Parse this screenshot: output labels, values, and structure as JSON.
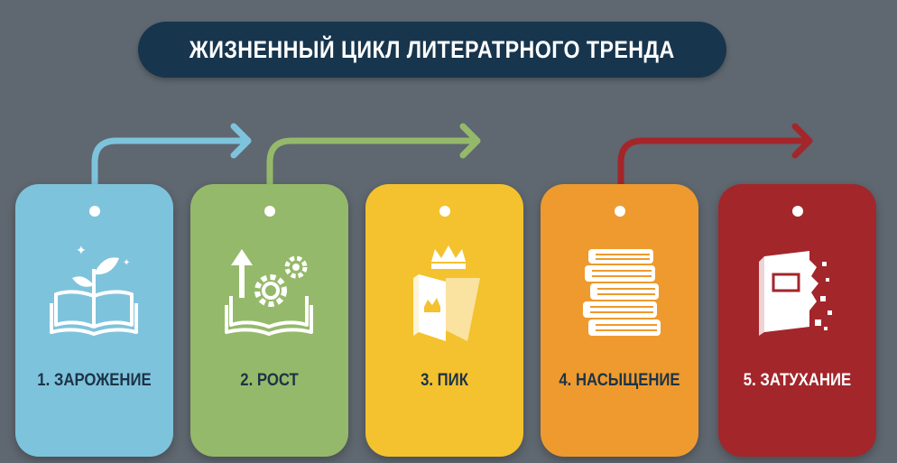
{
  "title": "ЖИЗНЕННЫЙ ЦИКЛ ЛИТЕРАТРНОГО ТРЕНДА",
  "stages": [
    {
      "label": "1. ЗАРОЖЕНИЕ",
      "color": "#7ec3dc",
      "text_color": "#1d3347",
      "icon": "book-sprout-icon"
    },
    {
      "label": "2. РОСТ",
      "color": "#95b96a",
      "text_color": "#1d3347",
      "icon": "book-gears-growth-icon"
    },
    {
      "label": "3. ПИК",
      "color": "#f4c22f",
      "text_color": "#1d3347",
      "icon": "book-crown-spotlight-icon"
    },
    {
      "label": "4. НАСЫЩЕНИЕ",
      "color": "#ee9a2e",
      "text_color": "#1d3347",
      "icon": "book-stack-icon"
    },
    {
      "label": "5. ЗАТУХАНИЕ",
      "color": "#a3262b",
      "text_color": "#ffffff",
      "icon": "crumbling-book-icon"
    }
  ],
  "arrow_colors": [
    "#7ec3dc",
    "#95b96a",
    "#a3262b"
  ]
}
